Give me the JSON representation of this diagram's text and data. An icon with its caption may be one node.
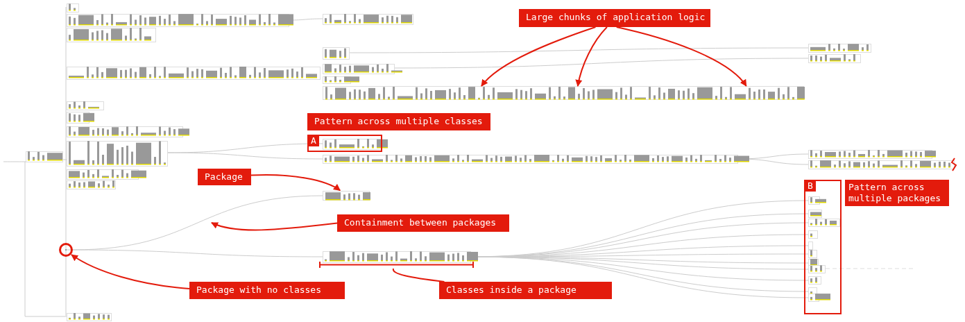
{
  "diagram": {
    "nodes": [
      {
        "text": [
          "Large chunks of application logic"
        ]
      },
      {
        "text": [],
        "shape": "box"
      },
      {
        "text": [
          "Pattern across multiple classes"
        ]
      },
      {
        "text": [
          "A"
        ]
      },
      {
        "text": [
          "Package"
        ]
      },
      {
        "text": [
          "B"
        ]
      },
      {
        "text": [
          "Pattern across multiple packages"
        ]
      },
      {
        "text": [],
        "shape": "box"
      },
      {
        "text": [
          "Containment between packages"
        ]
      },
      {
        "text": [],
        "shape": "circle"
      },
      {
        "text": [],
        "shape": "bar"
      },
      {
        "text": [
          "Package with no classes"
        ]
      },
      {
        "text": [
          "Classes inside a package"
        ]
      }
    ],
    "edges": [
      {
        "from": 0,
        "to": 1,
        "arrow": "to"
      },
      {
        "from": 0,
        "to": 1,
        "arrow": "to"
      },
      {
        "from": 0,
        "to": 1,
        "arrow": "to"
      },
      {
        "from": 4,
        "to": 7,
        "arrow": "to"
      },
      {
        "from": 8,
        "to": null,
        "arrow": "to"
      },
      {
        "from": 11,
        "to": 9,
        "arrow": "to"
      },
      {
        "from": 12,
        "to": 10,
        "arrow": "none"
      },
      {
        "from": 9,
        "to": 7,
        "arrow": "none",
        "color": "#cccccc"
      }
    ]
  }
}
